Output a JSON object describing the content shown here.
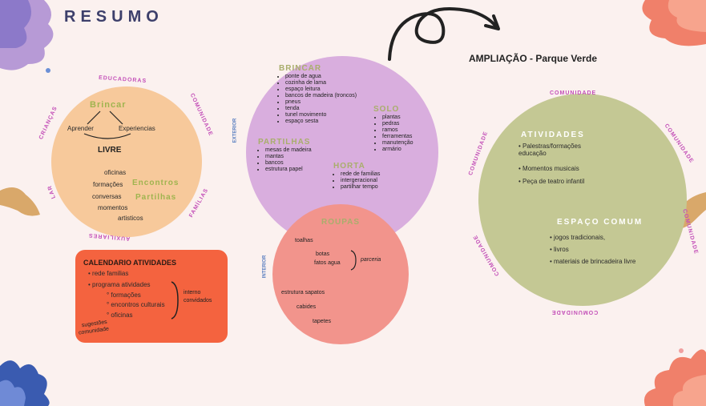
{
  "title": "RESUMO",
  "ampliacao_title": "AMPLIAÇÃO - Parque Verde",
  "left_circle": {
    "ring_top": "EDUCADORAS",
    "ring_right": "COMUNIDADE",
    "ring_left_top": "CRIANÇAS",
    "ring_left_bottom": "LAR",
    "ring_right_bottom": "FAMÍLIAS",
    "ring_bottom": "AUXILIARES",
    "brincar": "Brincar",
    "aprender": "Aprender",
    "experiencias": "Experiencias",
    "livre": "LIVRE",
    "items": [
      "oficinas",
      "formações",
      "conversas",
      "momentos",
      "artisticos"
    ],
    "encontros": "Encontros",
    "partilhas": "Partilhas"
  },
  "calendar": {
    "title": "CALENDARIO ATIVIDADES",
    "items": [
      "rede familias",
      "programa atividades"
    ],
    "subitems": [
      "formações",
      "encontros culturais",
      "oficinas"
    ],
    "brace_text": [
      "interno",
      "convidados"
    ],
    "sugestoes": [
      "sugestões",
      "comunidade"
    ]
  },
  "purple_circle": {
    "side_label": "EXTERIOR",
    "brincar_header": "BRINCAR",
    "brincar_items": [
      "ponte de agua",
      "cozinha de lama",
      "espaço leitura",
      "bancos de madeira (troncos)",
      "pneus",
      "tenda",
      "tunel movimento",
      "espaço sesta"
    ],
    "solo_header": "SOLO",
    "solo_items": [
      "plantas",
      "pedras",
      "ramos",
      "ferramentas",
      "manutenção",
      "armário"
    ],
    "partilhas_header": "PARTILHAS",
    "partilhas_items": [
      "mesas de madeira",
      "mantas",
      "bancos",
      "estrutura papel"
    ],
    "horta_header": "HORTA",
    "horta_items": [
      "rede de familias",
      "intergeracional",
      "partilhar tempo"
    ]
  },
  "roupas_circle": {
    "side_label": "INTERIOR",
    "header": "ROUPAS",
    "toalhas": "toalhas",
    "botas": "botas",
    "fatos_agua": "fatos agua",
    "parceria": "parceria",
    "estrutura": "estrutura sapatos",
    "cabides": "cabides",
    "tapetes": "tapetes"
  },
  "big_circle": {
    "ring_top": "COMUNIDADE",
    "ring_top_right": "COMUNIDADE",
    "ring_left": "COMUNIDADE",
    "ring_right": "COMUNIDADE",
    "ring_bottom_left": "COMUNIDADE",
    "ring_bottom": "COMUNIDADE",
    "atividades_header": "ATIVIDADES",
    "atividades_items": [
      "Palestras/formações educação",
      "Momentos musicais",
      "Peça de teatro infantil"
    ],
    "espaco_header": "ESPAÇO COMUM",
    "espaco_items": [
      "jogos tradicionais,",
      "livros",
      "materiais de brincadeira livre"
    ]
  },
  "colors": {
    "left_circle": "#f7c99b",
    "purple_circle": "#d9aede",
    "roupas_circle": "#f2948c",
    "big_circle": "#c4c894",
    "calendar_box": "#f4633f",
    "title": "#3d3f6b"
  }
}
